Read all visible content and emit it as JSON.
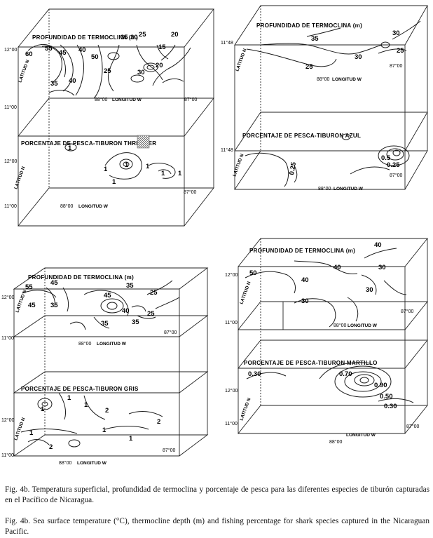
{
  "caption": {
    "es": "Fig. 4b. Temperatura superficial, profundidad de termoclina y porcentaje de pesca para las diferentes especies de tiburón capturadas en el Pacífico de Nicaragua.",
    "en": "Fig. 4b. Sea surface temperature (°C), thermocline depth (m) and fishing percentage for shark species captured in the Nicaraguan Pacific."
  },
  "panels": [
    {
      "top_title": "PROFUNDIDAD DE TERMOCLINA (m)",
      "bottom_title": "PORCENTAJE DE PESCA-TIBURON THRESHER",
      "top_labels": [
        "60",
        "55",
        "45",
        "40",
        "50",
        "35",
        "30",
        "35",
        "25",
        "20",
        "15",
        "25",
        "20",
        "30",
        "40"
      ],
      "bottom_labels": [
        "1",
        "1",
        "1",
        "1",
        "1",
        "1",
        "1"
      ],
      "lat_top": [
        "12°00",
        "11°00"
      ],
      "lat_bottom": [
        "12°00",
        "11°00"
      ],
      "lon": [
        "88°00",
        "87°00"
      ],
      "lon_label": "LONGITUD W",
      "lat_label": "LATITUD N"
    },
    {
      "top_title": "PROFUNDIDAD DE TERMOCLINA (m)",
      "bottom_title": "PORCENTAJE DE PESCA-TIBURON AZUL",
      "top_labels": [
        "35",
        "30",
        "25",
        "30",
        "25"
      ],
      "bottom_labels": [
        "0.25",
        "0.5",
        "0.25"
      ],
      "lat_top": [
        "11°48"
      ],
      "lat_bottom": [
        "11°48"
      ],
      "lon": [
        "88°00",
        "87°00"
      ],
      "lon_label": "LONGITUD W",
      "lat_label": "LATITUD N"
    },
    {
      "top_title": "PROFUNDIDAD DE TERMOCLINA (m)",
      "bottom_title": "PORCENTAJE DE PESCA-TIBURON GRIS",
      "top_labels": [
        "55",
        "45",
        "45",
        "35",
        "45",
        "35",
        "40",
        "25",
        "35",
        "25",
        "35"
      ],
      "bottom_labels": [
        "1",
        "1",
        "1",
        "1",
        "2",
        "2",
        "1",
        "1",
        "2"
      ],
      "lat_top": [
        "12°00",
        "11°00"
      ],
      "lat_bottom": [
        "12°00",
        "11°00"
      ],
      "lon": [
        "88°00",
        "87°00"
      ],
      "lon_label": "LONGITUD W",
      "lat_label": "LATITUD N"
    },
    {
      "top_title": "PROFUNDIDAD DE TERMOCLINA (m)",
      "bottom_title": "PORCENTAJE DE PESCA-TIBURON MARTILLO",
      "top_labels": [
        "50",
        "40",
        "40",
        "30",
        "30",
        "30",
        "40"
      ],
      "bottom_labels": [
        "0.30",
        "0.70",
        "0.50",
        "0.30",
        "0.90"
      ],
      "lat_top": [
        "12°00",
        "11°00"
      ],
      "lat_bottom": [
        "12°00",
        "11°00"
      ],
      "lon": [
        "88°00",
        "87°00"
      ],
      "lon_label": "LONGITUD W",
      "lat_label": "LATITUD N"
    }
  ]
}
